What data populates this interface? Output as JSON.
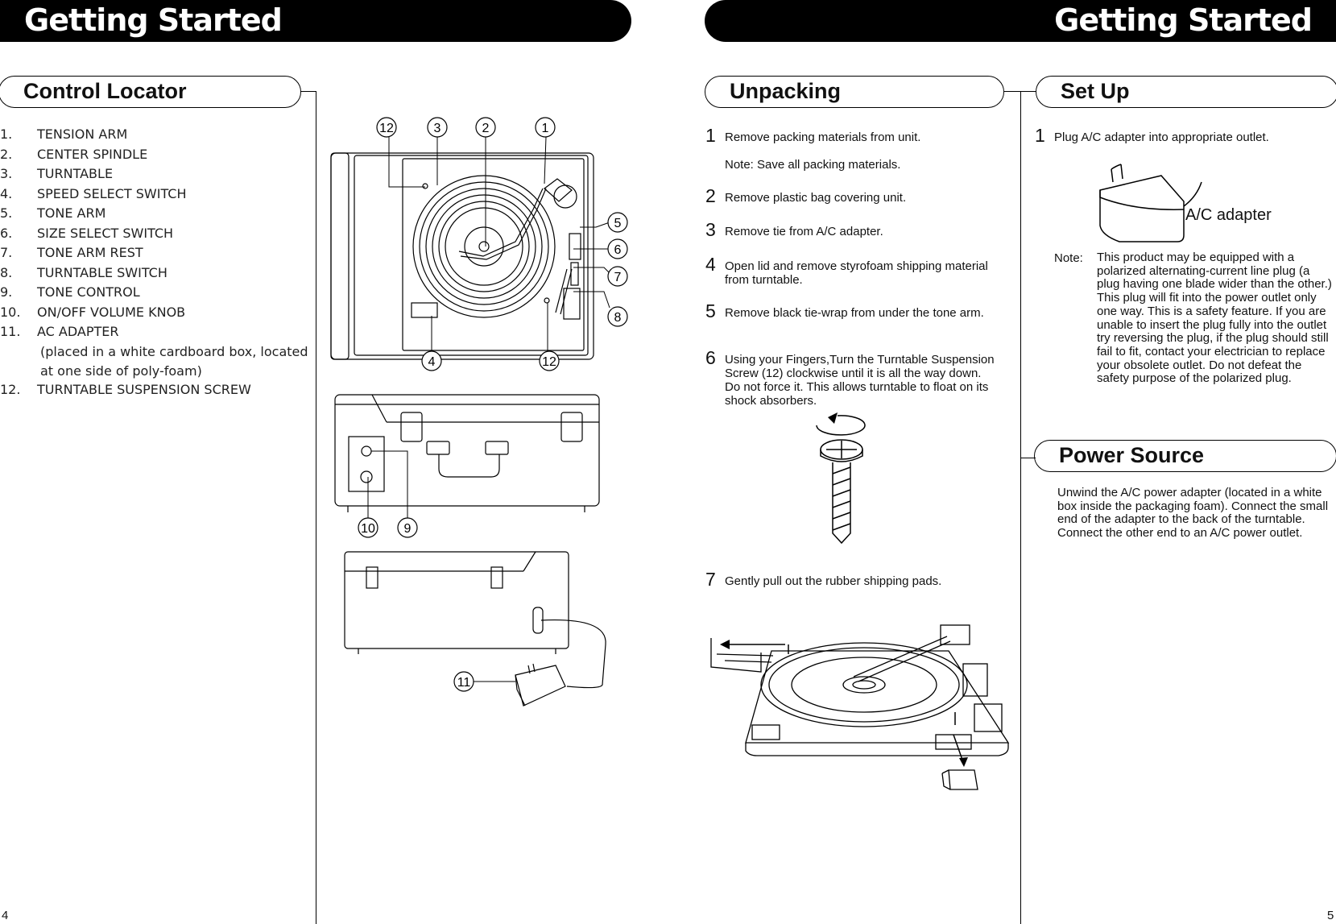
{
  "banner_left": "Getting Started",
  "banner_right": "Getting Started",
  "control_locator": {
    "title": "Control Locator",
    "items": [
      {
        "num": "1.",
        "label": "TENSION ARM"
      },
      {
        "num": "2.",
        "label": "CENTER SPINDLE"
      },
      {
        "num": "3.",
        "label": "TURNTABLE"
      },
      {
        "num": "4.",
        "label": "SPEED SELECT SWITCH"
      },
      {
        "num": "5.",
        "label": "TONE ARM"
      },
      {
        "num": "6.",
        "label": "SIZE SELECT SWITCH"
      },
      {
        "num": "7.",
        "label": "TONE ARM REST"
      },
      {
        "num": "8.",
        "label": "TURNTABLE SWITCH"
      },
      {
        "num": "9.",
        "label": "TONE CONTROL"
      },
      {
        "num": "10.",
        "label": "ON/OFF VOLUME KNOB"
      },
      {
        "num": "11.",
        "label": "AC ADAPTER"
      }
    ],
    "note_line1": "(placed in a white cardboard box, located",
    "note_line2": " at one side of poly-foam)",
    "last_item": {
      "num": "12.",
      "label": "TURNTABLE SUSPENSION SCREW"
    }
  },
  "callouts": {
    "c12a": "12",
    "c3": "3",
    "c2": "2",
    "c1": "1",
    "c5": "5",
    "c6": "6",
    "c7": "7",
    "c8": "8",
    "c4": "4",
    "c12b": "12",
    "c10": "10",
    "c9": "9",
    "c11": "11"
  },
  "unpacking": {
    "title": "Unpacking",
    "steps": [
      {
        "num": "1",
        "text": "Remove packing materials from unit."
      },
      {
        "num": "",
        "text": "Note: Save all packing materials."
      },
      {
        "num": "2",
        "text": "Remove plastic bag covering unit."
      },
      {
        "num": "3",
        "text": "Remove tie from A/C adapter."
      },
      {
        "num": "4",
        "text": "Open lid and remove styrofoam shipping material from turntable."
      },
      {
        "num": "5",
        "text": "Remove black tie-wrap from under the tone arm."
      },
      {
        "num": "6",
        "text": "Using your Fingers,Turn the Turntable Suspension Screw (12) clockwise until it is all the way down. Do not force it. This allows turntable to float on its shock absorbers."
      },
      {
        "num": "7",
        "text": "Gently pull out the rubber shipping pads."
      }
    ]
  },
  "setup": {
    "title": "Set Up",
    "step_num": "1",
    "step_text": "Plug A/C adapter into appropriate outlet.",
    "adapter_label": "A/C adapter",
    "note_label": "Note:",
    "note_text": "This product may be equipped with a polarized alternating-current line plug (a plug having one blade wider than the other.) This plug will fit into the power outlet only one way. This is a safety feature. If you are unable to insert the plug fully into the outlet try reversing the plug, if the plug should still fail to fit, contact your electrician to replace your obsolete outlet. Do not defeat the safety purpose of the polarized plug."
  },
  "power_source": {
    "title": "Power Source",
    "text": "Unwind the A/C power adapter (located in a white box inside the packaging foam). Connect the small end of the adapter to the back of the turntable. Connect the other end to an A/C power outlet."
  },
  "page_left": "4",
  "page_right": "5"
}
